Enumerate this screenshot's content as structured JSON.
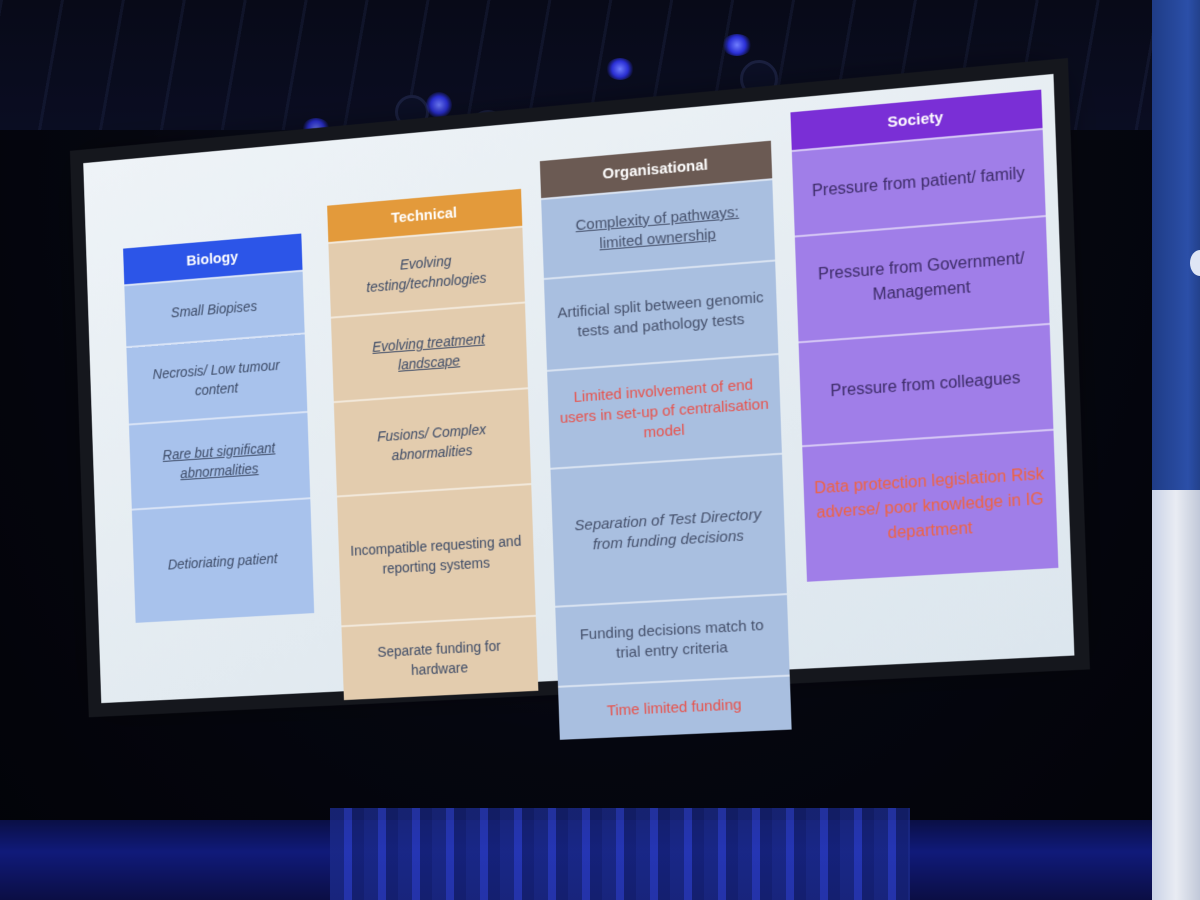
{
  "slide": {
    "columns": [
      {
        "title": "Biology",
        "items": [
          {
            "text": "Small Biopises"
          },
          {
            "text": "Necrosis/ Low tumour content"
          },
          {
            "text": "Rare but significant abnormalities"
          },
          {
            "text": "Detioriating patient"
          }
        ]
      },
      {
        "title": "Technical",
        "items": [
          {
            "text": "Evolving testing/technologies"
          },
          {
            "text": "Evolving treatment landscape"
          },
          {
            "text": "Fusions/ Complex abnormalities"
          },
          {
            "text": "Incompatible requesting and reporting systems"
          },
          {
            "text": "Separate funding for hardware"
          }
        ]
      },
      {
        "title": "Organisational",
        "items": [
          {
            "text": "Complexity of pathways: limited ownership"
          },
          {
            "text": "Artificial split between genomic tests and pathology tests"
          },
          {
            "text": "Limited involvement of end users in set-up of centralisation model"
          },
          {
            "text": "Separation of Test Directory from funding decisions"
          },
          {
            "text": "Funding decisions match to trial entry criteria"
          },
          {
            "text": "Time limited funding"
          }
        ]
      },
      {
        "title": "Society",
        "items": [
          {
            "text": "Pressure from patient/ family"
          },
          {
            "text": "Pressure from Government/ Management"
          },
          {
            "text": "Pressure from colleagues"
          },
          {
            "text": "Data protection legislation Risk adverse/ poor knowledge in IG department"
          }
        ]
      }
    ]
  },
  "colors": {
    "biology_header": "#2c55e8",
    "technical_header": "#e39a3b",
    "organisational_header": "#6b5a53",
    "society_header": "#7a2fd6",
    "highlight_text": "#e8514a"
  }
}
